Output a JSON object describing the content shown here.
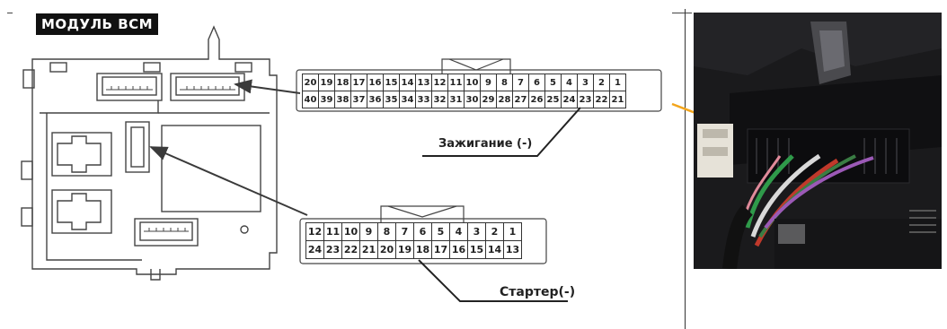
{
  "title": "МОДУЛЬ ВСМ",
  "connector_top": {
    "row1": [
      "20",
      "19",
      "18",
      "17",
      "16",
      "15",
      "14",
      "13",
      "12",
      "11",
      "10",
      "9",
      "8",
      "7",
      "6",
      "5",
      "4",
      "3",
      "2",
      "1"
    ],
    "row2": [
      "40",
      "39",
      "38",
      "37",
      "36",
      "35",
      "34",
      "33",
      "32",
      "31",
      "30",
      "29",
      "28",
      "27",
      "26",
      "25",
      "24",
      "23",
      "22",
      "21"
    ]
  },
  "connector_bottom": {
    "row1": [
      "12",
      "11",
      "10",
      "9",
      "8",
      "7",
      "6",
      "5",
      "4",
      "3",
      "2",
      "1"
    ],
    "row2": [
      "24",
      "23",
      "22",
      "21",
      "20",
      "19",
      "18",
      "17",
      "16",
      "15",
      "14",
      "13"
    ]
  },
  "labels": {
    "ignition": "Зажигание (-)",
    "starter": "Стартер(-)"
  },
  "colors": {
    "arrow": "#3a3a3a",
    "photo_pointer": "#f3a51c"
  }
}
